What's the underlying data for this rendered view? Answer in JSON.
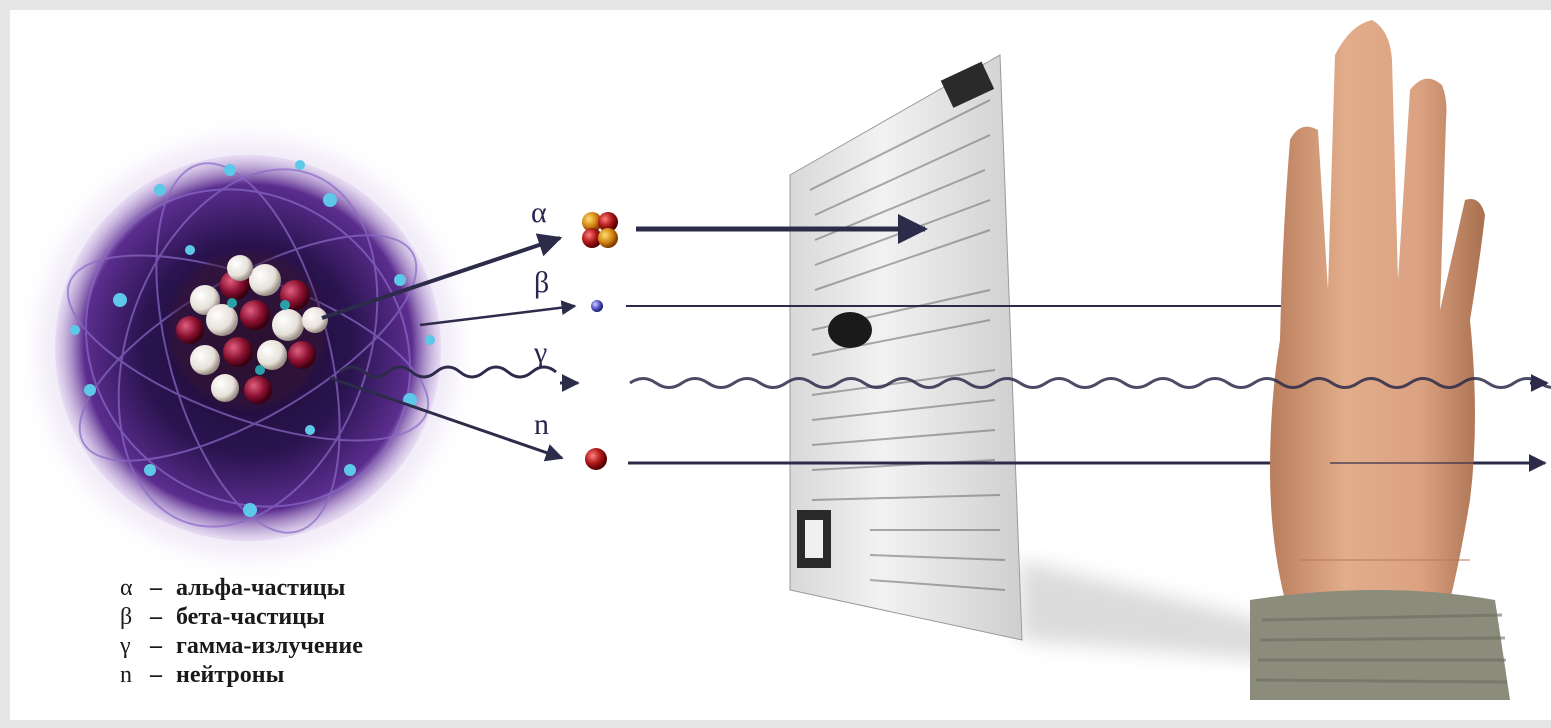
{
  "diagram": {
    "radiation_labels": {
      "alpha": "α",
      "beta": "β",
      "gamma": "γ",
      "neutron": "n"
    },
    "legend": [
      {
        "symbol": "α",
        "dash": "–",
        "text": "альфа-частицы"
      },
      {
        "symbol": "β",
        "dash": "–",
        "text": "бета-частицы"
      },
      {
        "symbol": "γ",
        "dash": "–",
        "text": "гамма-излучение"
      },
      {
        "symbol": "n",
        "dash": "–",
        "text": "нейтроны"
      }
    ],
    "colors": {
      "background": "#ffffff",
      "frame": "#e6e6e6",
      "atom_glow": "#5b2d8e",
      "arrow": "#2d2b4a",
      "alpha_particle": "#e0a020",
      "beta_particle": "#6a6ad8",
      "neutron_particle": "#a01818",
      "skin": "#d8a07c",
      "sleeve": "#8b8c7c"
    },
    "icons": {
      "source": "atom-nucleus-icon",
      "paper": "newspaper-sheet-icon",
      "hand": "hand-palm-icon"
    }
  }
}
